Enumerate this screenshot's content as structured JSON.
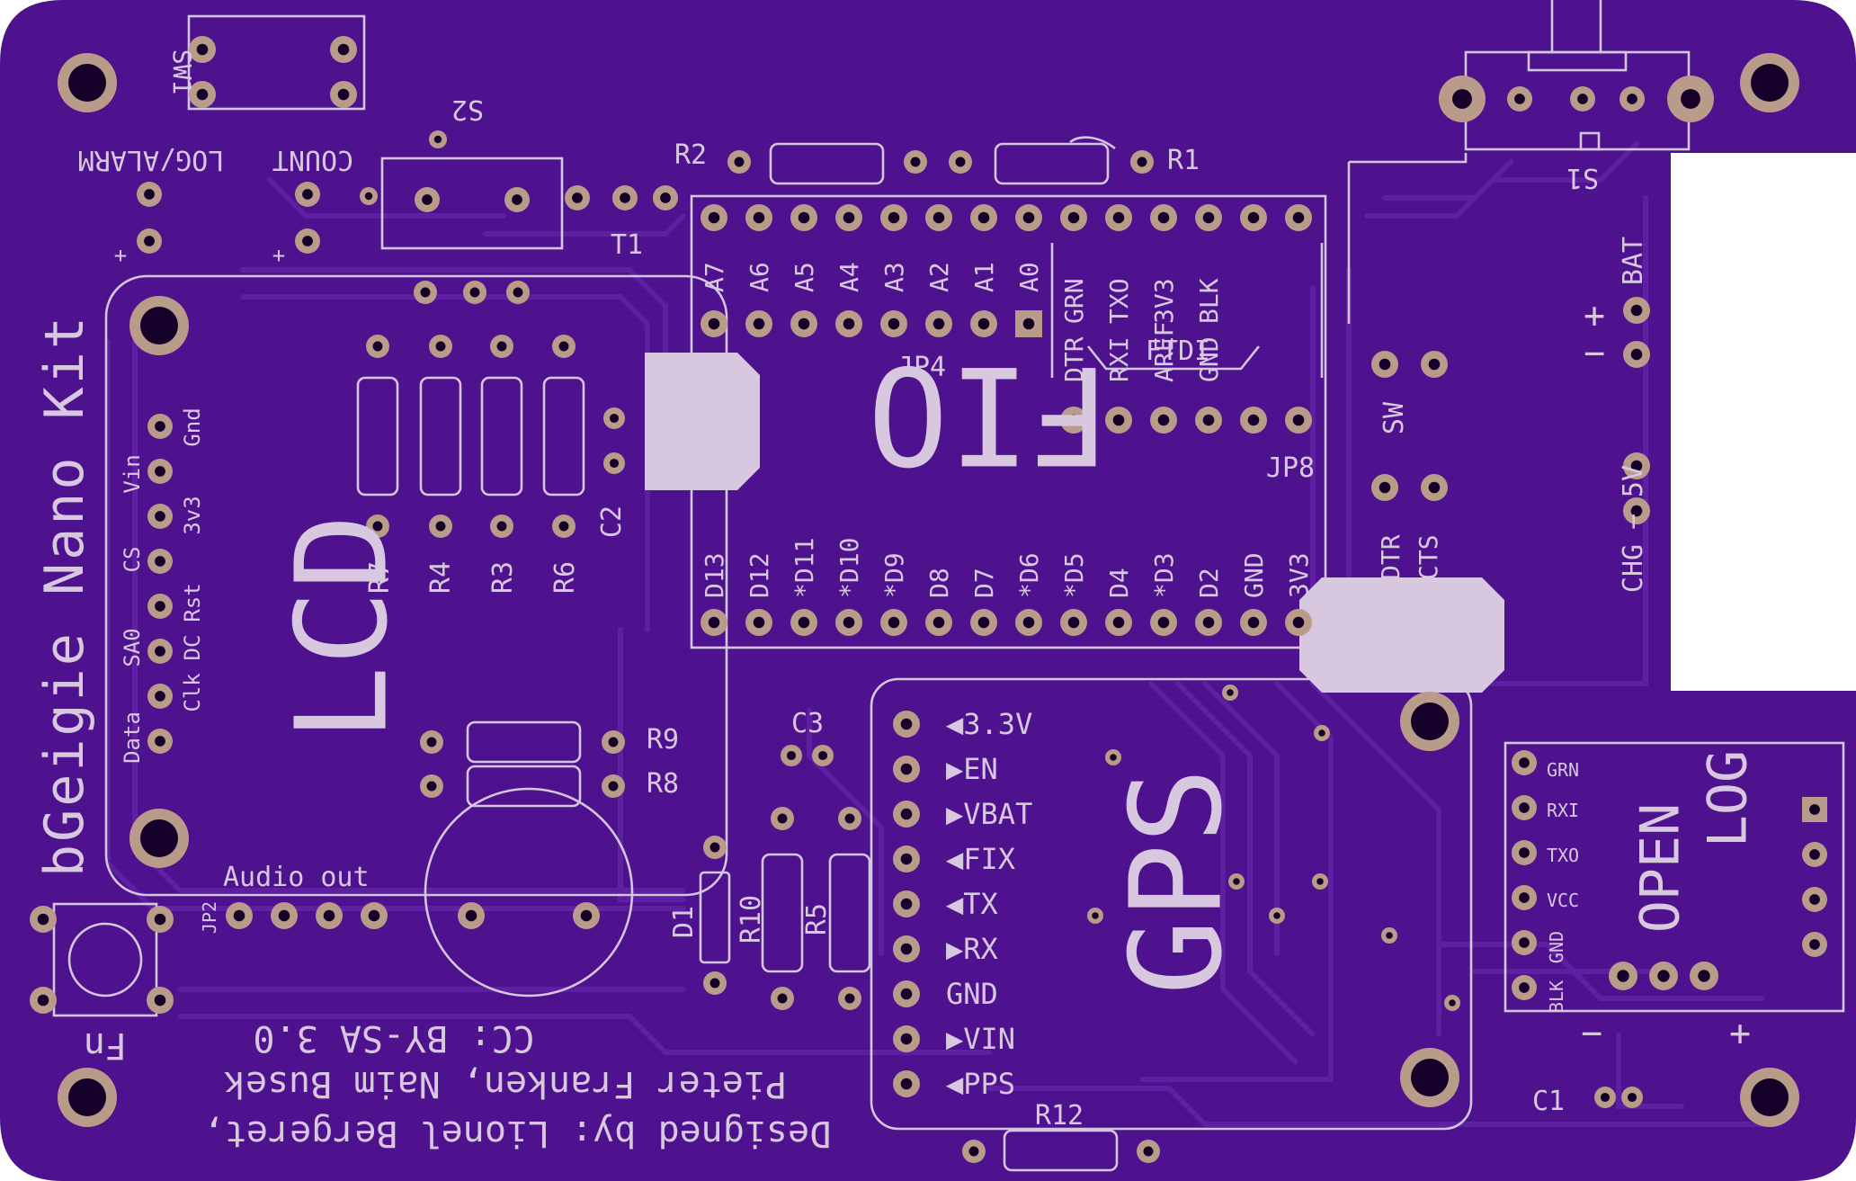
{
  "board": {
    "title": "bGeigie Nano Kit",
    "credits_line1": "Designed by: Lionel Bergeret,",
    "credits_line2": "Pieter Franken, Naim Busek",
    "license": "CC: BY-SA 3.0",
    "colors": {
      "board": "#4e128e",
      "trace": "#5f1fa3",
      "silkscreen": "#d4c6de",
      "pad": "#b89c89",
      "white_pad": "#d7c8df"
    }
  },
  "modules": {
    "fio": "FIO",
    "lcd": "LCD",
    "gps": "GPS",
    "openlog_open": "OPEN",
    "openlog_log": "LOG",
    "ftdi": "FTDI",
    "audio_out": "Audio out"
  },
  "parts": {
    "sw1": "SW1",
    "s2": "S2",
    "s1": "S1",
    "t1": "T1",
    "r1": "R1",
    "r2": "R2",
    "r3": "R3",
    "r4": "R4",
    "r5": "R5",
    "r6": "R6",
    "r7": "R7",
    "r8": "R8",
    "r9": "R9",
    "r10": "R10",
    "r12": "R12",
    "c1": "C1",
    "c2": "C2",
    "c3": "C3",
    "d1": "D1",
    "jp2": "JP2",
    "jp4": "JP4",
    "jp8": "JP8",
    "fn": "Fn",
    "log_alarm": "LOG/ALARM",
    "count": "COUNT",
    "bat": "BAT",
    "sw": "SW",
    "five_v": "5V",
    "chg": "CHG",
    "plus": "+",
    "minus": "−"
  },
  "pins": {
    "fio_top": [
      "A7",
      "A6",
      "A5",
      "A4",
      "A3",
      "A2",
      "A1",
      "A0"
    ],
    "fio_ftdi": [
      "GRN",
      "DTR",
      "TXO",
      "RXI",
      "3V3",
      "AREF",
      "BLK",
      "GND"
    ],
    "fio_bottom": [
      "D13",
      "D12",
      "*D11",
      "*D10",
      "*D9",
      "D8",
      "D7",
      "*D6",
      "*D5",
      "D4",
      "*D3",
      "D2",
      "GND",
      "3V3"
    ],
    "fio_right": [
      "DTR",
      "CTS"
    ],
    "lcd_right": [
      "Gnd",
      "Vin",
      "3v3",
      "CS",
      "Rst",
      "SA0",
      "DC",
      "Data",
      "Clk"
    ],
    "gps": [
      "◀3.3V",
      "▶EN",
      "▶VBAT",
      "◀FIX",
      "◀TX",
      "▶RX",
      "GND",
      "▶VIN",
      "◀PPS"
    ],
    "openlog": [
      "GRN",
      "RXI",
      "TXO",
      "VCC",
      "GND",
      "BLK"
    ]
  }
}
